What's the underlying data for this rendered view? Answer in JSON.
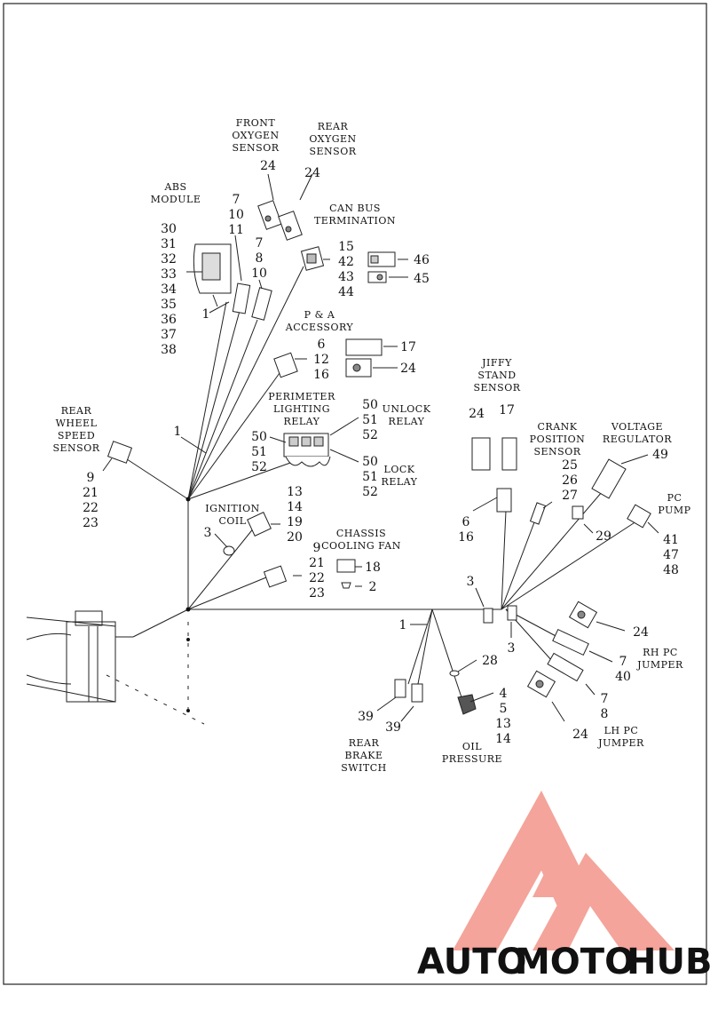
{
  "labels": {
    "front_o2": [
      "FRONT",
      "OXYGEN",
      "SENSOR"
    ],
    "rear_o2": [
      "REAR",
      "OXYGEN",
      "SENSOR"
    ],
    "abs": [
      "ABS",
      "MODULE"
    ],
    "can_bus": [
      "CAN BUS",
      "TERMINATION"
    ],
    "pa_accessory": [
      "P & A",
      "ACCESSORY"
    ],
    "perimeter": [
      "PERIMETER",
      "LIGHTING",
      "RELAY"
    ],
    "unlock": [
      "UNLOCK",
      "RELAY"
    ],
    "lock": [
      "LOCK",
      "RELAY"
    ],
    "rear_wheel": [
      "REAR",
      "WHEEL",
      "SPEED",
      "SENSOR"
    ],
    "ignition": [
      "IGNITION",
      "COIL"
    ],
    "chassis_fan": [
      "CHASSIS",
      "COOLING FAN"
    ],
    "jiffy": [
      "JIFFY",
      "STAND",
      "SENSOR"
    ],
    "crank": [
      "CRANK",
      "POSITION",
      "SENSOR"
    ],
    "voltage": [
      "VOLTAGE",
      "REGULATOR"
    ],
    "pc_pump": [
      "PC",
      "PUMP"
    ],
    "rh_pc": [
      "RH PC",
      "JUMPER"
    ],
    "lh_pc": [
      "LH PC",
      "JUMPER"
    ],
    "rear_brake": [
      "REAR",
      "BRAKE",
      "SWITCH"
    ],
    "oil": [
      "OIL",
      "PRESSURE"
    ]
  },
  "callouts": {
    "front_o2": "24",
    "rear_o2": "24",
    "abs_list": [
      "30",
      "31",
      "32",
      "33",
      "34",
      "35",
      "36",
      "37",
      "38"
    ],
    "abs_1": "1",
    "c7_10_11": [
      "7",
      "10",
      "11"
    ],
    "c7_8_10": [
      "7",
      "8",
      "10"
    ],
    "can_list": [
      "15",
      "42",
      "43",
      "44"
    ],
    "c46": "46",
    "c45": "45",
    "pa_6": "6",
    "pa_12_16": [
      "12",
      "16"
    ],
    "pa_17": "17",
    "pa_24": "24",
    "perim_1": "1",
    "perim_50": [
      "50",
      "51",
      "52"
    ],
    "unlock_50": [
      "50",
      "51",
      "52"
    ],
    "lock_50": [
      "50",
      "51",
      "52"
    ],
    "rw_list": [
      "9",
      "21",
      "22",
      "23"
    ],
    "ign_list": [
      "13",
      "14",
      "19",
      "20"
    ],
    "ign_3": "3",
    "fan_list": [
      "9",
      "21",
      "22",
      "23"
    ],
    "fan_18": "18",
    "fan_2": "2",
    "jiffy_24": "24",
    "jiffy_17": "17",
    "jiffy_6_16": [
      "6",
      "16"
    ],
    "crank_list": [
      "25",
      "26",
      "27"
    ],
    "crank_29": "29",
    "vr_49": "49",
    "pump_list": [
      "41",
      "47",
      "48"
    ],
    "junction_3a": "3",
    "junction_3b": "3",
    "rh_24": "24",
    "rh_7_40": [
      "7",
      "40"
    ],
    "lh_7_8": [
      "7",
      "8"
    ],
    "lh_24": "24",
    "brake_1": "1",
    "brake_39a": "39",
    "brake_39b": "39",
    "oil_28": "28",
    "oil_list": [
      "4",
      "5",
      "13",
      "14"
    ]
  },
  "watermark": {
    "part1": "AUTO",
    "part2": "MOTO",
    "part3": "HUB",
    "color_accent": "#f08a7c",
    "color_orange": "#f5b56a",
    "color_gray": "#7a7a7a"
  }
}
